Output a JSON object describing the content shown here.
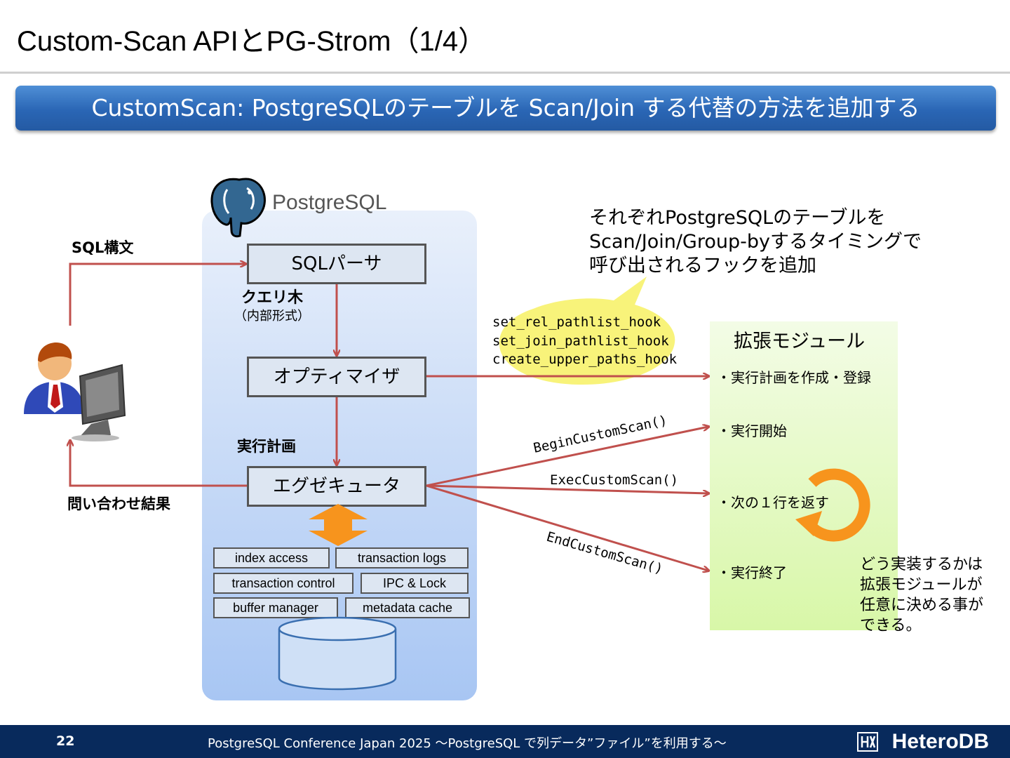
{
  "title": "Custom-Scan APIとPG-Strom（1/4）",
  "banner": "CustomScan: PostgreSQLのテーブルを Scan/Join する代替の方法を追加する",
  "postgres_logo_text": "PostgreSQL",
  "boxes": {
    "parser": "SQLパーサ",
    "optimizer": "オプティマイザ",
    "executor": "エグゼキュータ"
  },
  "modules": [
    "index access",
    "transaction logs",
    "transaction control",
    "IPC & Lock",
    "buffer manager",
    "metadata cache"
  ],
  "labels": {
    "sql_syntax": "SQL構文",
    "query_tree": "クエリ木",
    "query_tree_sub": "（内部形式）",
    "exec_plan": "実行計画",
    "query_result": "問い合わせ結果"
  },
  "callout": [
    "それぞれPostgreSQLのテーブルを",
    "Scan/Join/Group-byするタイミングで",
    "呼び出されるフックを追加"
  ],
  "hooks": [
    "set_rel_pathlist_hook",
    "set_join_pathlist_hook",
    "create_upper_paths_hook"
  ],
  "calls": {
    "begin": "BeginCustomScan()",
    "exec": "ExecCustomScan()",
    "end": "EndCustomScan()"
  },
  "extension": {
    "title": "拡張モジュール",
    "items": [
      "・実行計画を作成・登録",
      "・実行開始",
      "・次の１行を返す",
      "・実行終了"
    ]
  },
  "note": [
    "どう実装するかは",
    "拡張モジュールが",
    "任意に決める事が",
    "できる。"
  ],
  "footer": {
    "page": "22",
    "text": "PostgreSQL Conference Japan 2025 〜PostgreSQL で列データ”ファイル”を利用する〜",
    "logo": "HeteroDB"
  },
  "colors": {
    "arrow": "#c0504d",
    "banner": "#2a66b5",
    "footer": "#082a5c",
    "orange": "#f7941d"
  }
}
